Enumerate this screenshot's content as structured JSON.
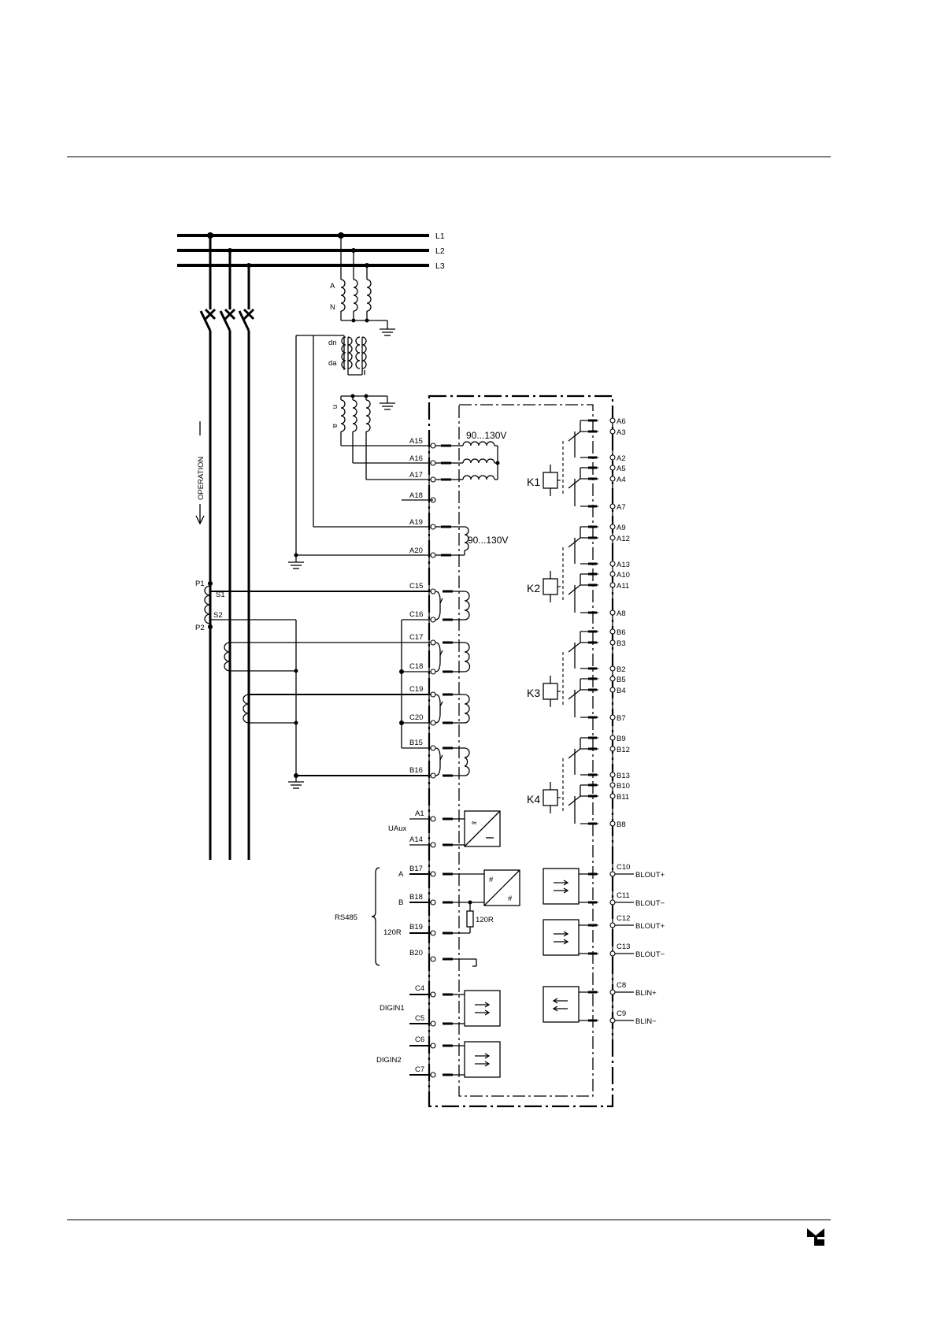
{
  "busbars": [
    "L1",
    "L2",
    "L3"
  ],
  "vt_top": [
    "A",
    "N"
  ],
  "vt_open_delta": [
    "dn",
    "da"
  ],
  "vt_lower": [
    "n",
    "a"
  ],
  "operation_label": "OPERATION",
  "ct_labels": [
    "P1",
    "S1",
    "S2",
    "P2"
  ],
  "voltage_inputs": [
    {
      "term": "A15"
    },
    {
      "term": "A16"
    },
    {
      "term": "A17"
    },
    {
      "term": "A18"
    },
    {
      "term": "A19"
    },
    {
      "term": "A20"
    }
  ],
  "voltage_range_1": "90...130V",
  "voltage_range_2": "90...130V",
  "current_inputs": [
    "C15",
    "C16",
    "C17",
    "C18",
    "C19",
    "C20",
    "B15",
    "B16"
  ],
  "aux_supply": {
    "label": "UAux",
    "terms": [
      "A1",
      "A14"
    ]
  },
  "rs485": {
    "label": "RS485",
    "pins": [
      {
        "name": "A",
        "term": "B17"
      },
      {
        "name": "B",
        "term": "B18"
      },
      {
        "name": "120R",
        "term": "B19"
      },
      {
        "name": "",
        "term": "B20"
      }
    ],
    "resistor": "120R"
  },
  "digital_inputs": [
    {
      "name": "DIGIN1",
      "terms": [
        "C4",
        "C5"
      ]
    },
    {
      "name": "DIGIN2",
      "terms": [
        "C6",
        "C7"
      ]
    }
  ],
  "relays": [
    {
      "name": "K1",
      "terms": [
        "A6",
        "A3",
        "A2",
        "A5",
        "A4",
        "A7"
      ]
    },
    {
      "name": "K2",
      "terms": [
        "A9",
        "A12",
        "A13",
        "A10",
        "A11",
        "A8"
      ]
    },
    {
      "name": "K3",
      "terms": [
        "B6",
        "B3",
        "B2",
        "B5",
        "B4",
        "B7"
      ]
    },
    {
      "name": "K4",
      "terms": [
        "B9",
        "B12",
        "B13",
        "B10",
        "B11",
        "B8"
      ]
    }
  ],
  "blocking": [
    {
      "term": "C10",
      "label": "BLOUT+"
    },
    {
      "term": "C11",
      "label": "BLOUT−"
    },
    {
      "term": "C12",
      "label": "BLOUT+"
    },
    {
      "term": "C13",
      "label": "BLOUT−"
    },
    {
      "term": "C8",
      "label": "BLIN+"
    },
    {
      "term": "C9",
      "label": "BLIN−"
    }
  ]
}
